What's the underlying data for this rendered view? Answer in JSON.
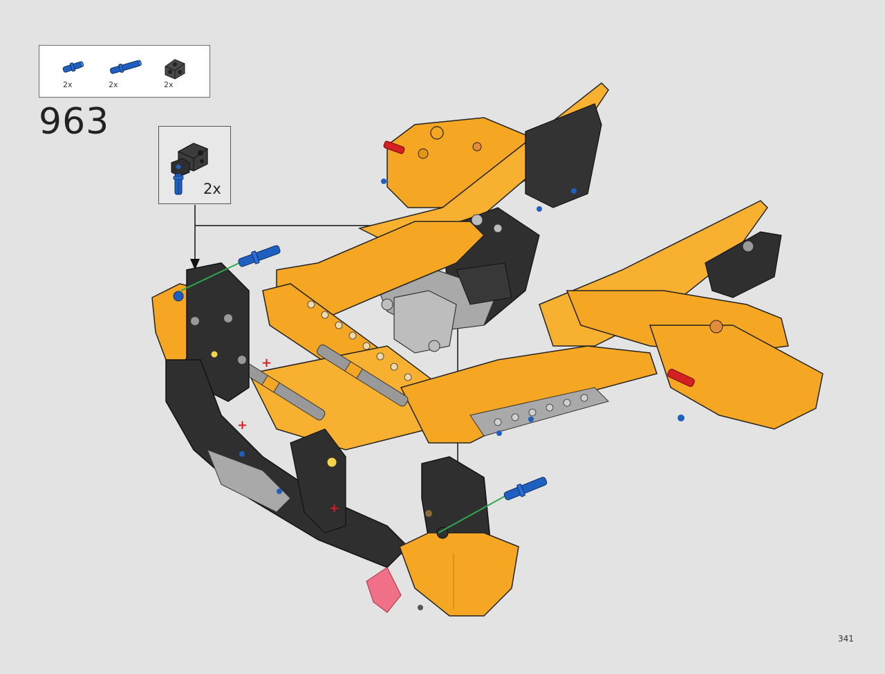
{
  "step": {
    "number": "963"
  },
  "parts_list": [
    {
      "icon": "blue-axle-pin-icon",
      "qty": "2x"
    },
    {
      "icon": "blue-long-axle-pin-icon",
      "qty": "2x"
    },
    {
      "icon": "dark-gray-connector-icon",
      "qty": "2x"
    }
  ],
  "subassembly": {
    "icon": "connector-with-pin-subassembly-icon",
    "qty": "2x"
  },
  "page": {
    "number": "341"
  },
  "colors": {
    "background": "#e3e3e3",
    "model_orange": "#f5a623",
    "model_black": "#2f2f2f",
    "model_gray": "#a9a9a9",
    "pin_blue": "#1f5fbf",
    "pin_red": "#d32020",
    "guide_green": "#2fa84f"
  }
}
